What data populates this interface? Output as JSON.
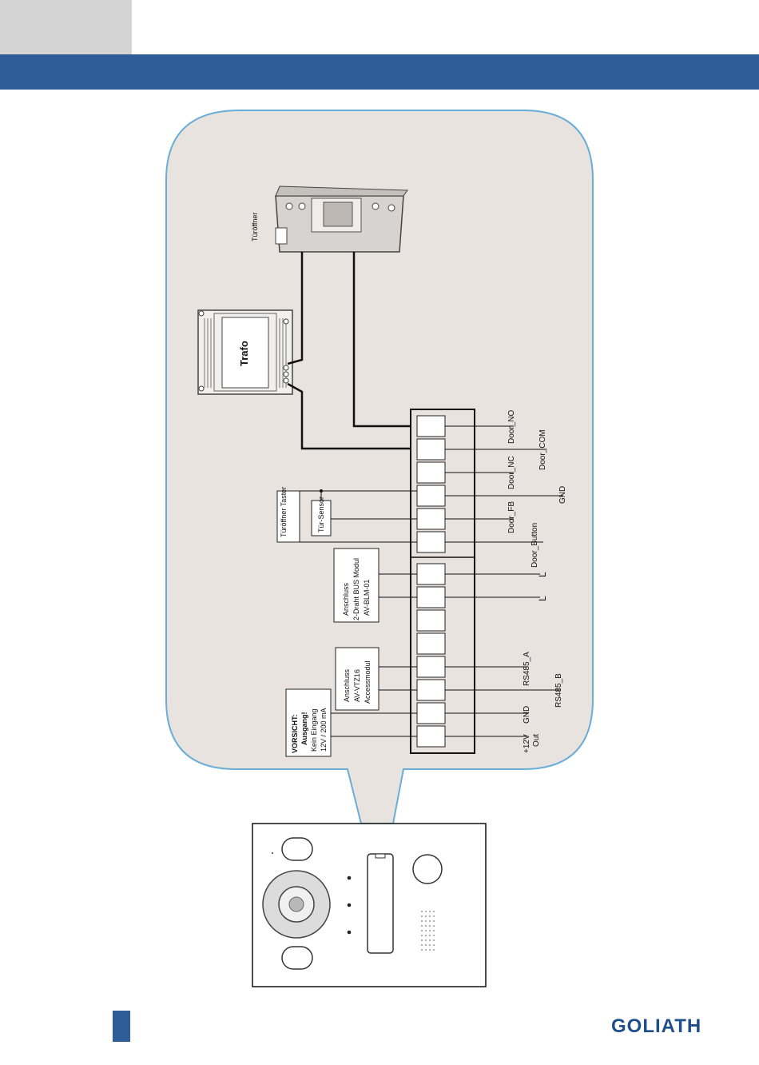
{
  "brand": {
    "logo_text": "GOLIATH",
    "accent_color": "#2f5d9a"
  },
  "diagram": {
    "turoeffner_label": "Türöffner",
    "trafo_label": "Trafo",
    "taster_label": "Türöffner Taster",
    "sensor_label": "Tür-Sensor",
    "bus_module_label": [
      "Anschluss",
      "2-Draht BUS Modul",
      "AV-BLM-01"
    ],
    "access_module_label": [
      "Anschluss",
      "AV-VTZ16",
      "Accessmodul"
    ],
    "warning_label": [
      "VORSICHT:",
      "Ausgang!",
      "Kein Eingang",
      "12V / 200 mA"
    ],
    "terminals": {
      "door_no": "Door_NO",
      "door_com": "Door_COM",
      "door_nc": "Door_NC",
      "gnd": "GND",
      "door_fb": "Door_FB",
      "door_button": "Door_Button",
      "l1": "L",
      "l2": "L",
      "rs485_a": "RS485_A",
      "rs485_b": "RS485_B",
      "gnd2": "GND",
      "v12_out": [
        "+12V",
        "Out"
      ]
    }
  }
}
